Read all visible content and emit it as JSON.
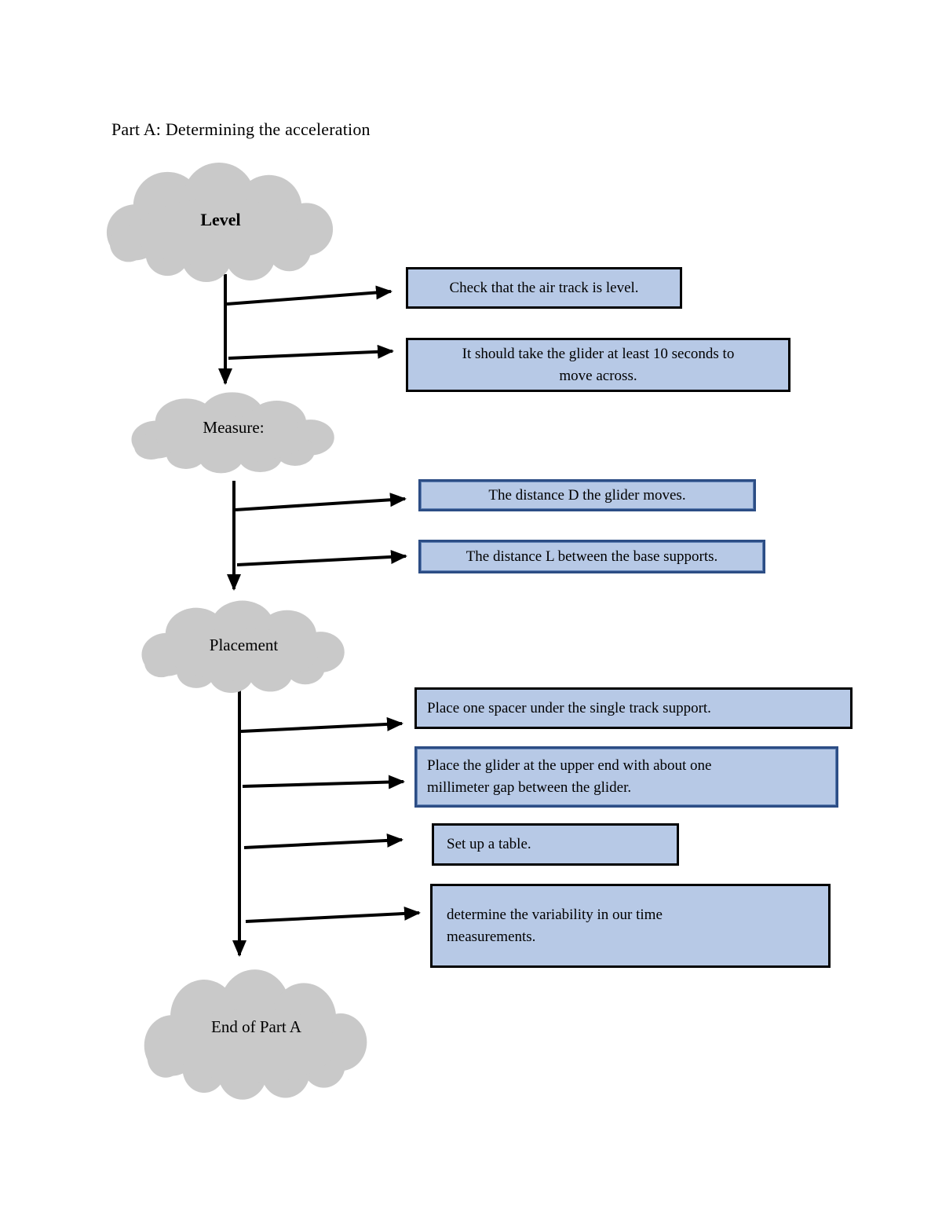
{
  "title": "Part A: Determining the acceleration",
  "colors": {
    "box_fill": "#b7c9e6",
    "box_border_black": "#000000",
    "box_border_blue": "#2c4d85",
    "cloud_fill": "#c9c9c9"
  },
  "clouds": [
    {
      "id": "level",
      "label": "Level"
    },
    {
      "id": "measure",
      "label": "Measure:"
    },
    {
      "id": "placement",
      "label": "Placement"
    },
    {
      "id": "end",
      "label": "End of Part A"
    }
  ],
  "boxes": [
    {
      "id": "check-level",
      "text": "Check that the air track is level.",
      "border": "black"
    },
    {
      "id": "ten-seconds",
      "text": "It should take the glider at least 10 seconds to\nmove across.",
      "border": "black"
    },
    {
      "id": "distance-d",
      "text": "The distance D the glider moves.",
      "border": "blue"
    },
    {
      "id": "distance-l",
      "text": "The distance L between the base supports.",
      "border": "blue"
    },
    {
      "id": "spacer",
      "text": "Place one spacer under the single track support.",
      "border": "black"
    },
    {
      "id": "glider-gap",
      "text": "Place the glider at the upper end with about one\nmillimeter gap between the glider.",
      "border": "blue"
    },
    {
      "id": "setup-table",
      "text": "Set up a table.",
      "border": "black"
    },
    {
      "id": "variability",
      "text": "determine the variability in our time\nmeasurements.",
      "border": "black"
    }
  ]
}
